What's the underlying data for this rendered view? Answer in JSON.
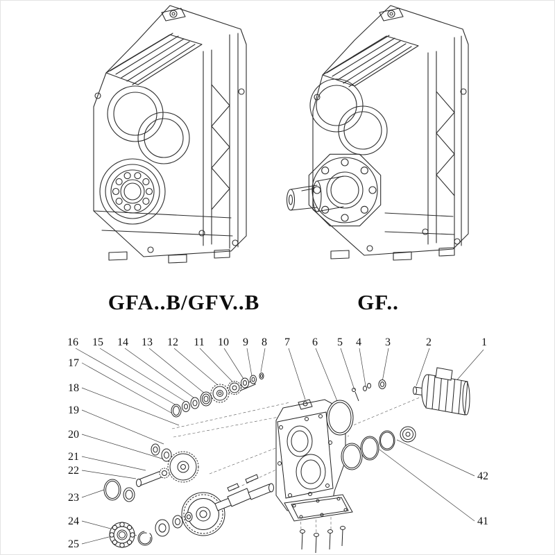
{
  "models": {
    "left_label": "GFA..B/GFV..B",
    "right_label": "GF.."
  },
  "exploded": {
    "top_callouts": [
      "16",
      "15",
      "14",
      "13",
      "12",
      "11",
      "10",
      "9",
      "8",
      "7",
      "6",
      "5",
      "4",
      "3",
      "2",
      "1"
    ],
    "left_callouts": [
      "17",
      "18",
      "19",
      "20",
      "21",
      "22",
      "23",
      "24",
      "25"
    ],
    "right_callouts": [
      "42",
      "41"
    ]
  }
}
